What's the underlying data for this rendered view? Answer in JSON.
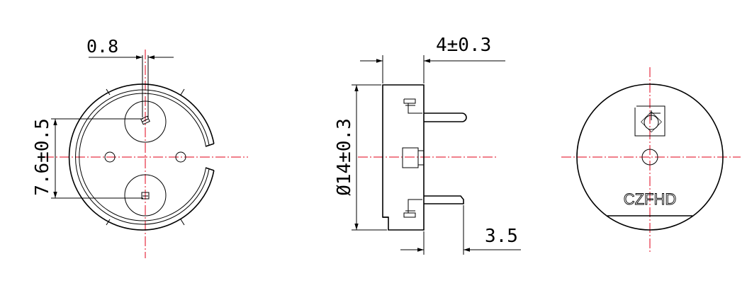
{
  "dimensions": {
    "pin_width": "0.8",
    "pin_spacing": "7.6±0.5",
    "height": "4±0.3",
    "diameter": "Ø14±0.3",
    "pin_offset": "3.5"
  },
  "marking": {
    "brand": "CZFHD"
  },
  "colors": {
    "line": "#000000",
    "centerline": "#e0001a"
  }
}
